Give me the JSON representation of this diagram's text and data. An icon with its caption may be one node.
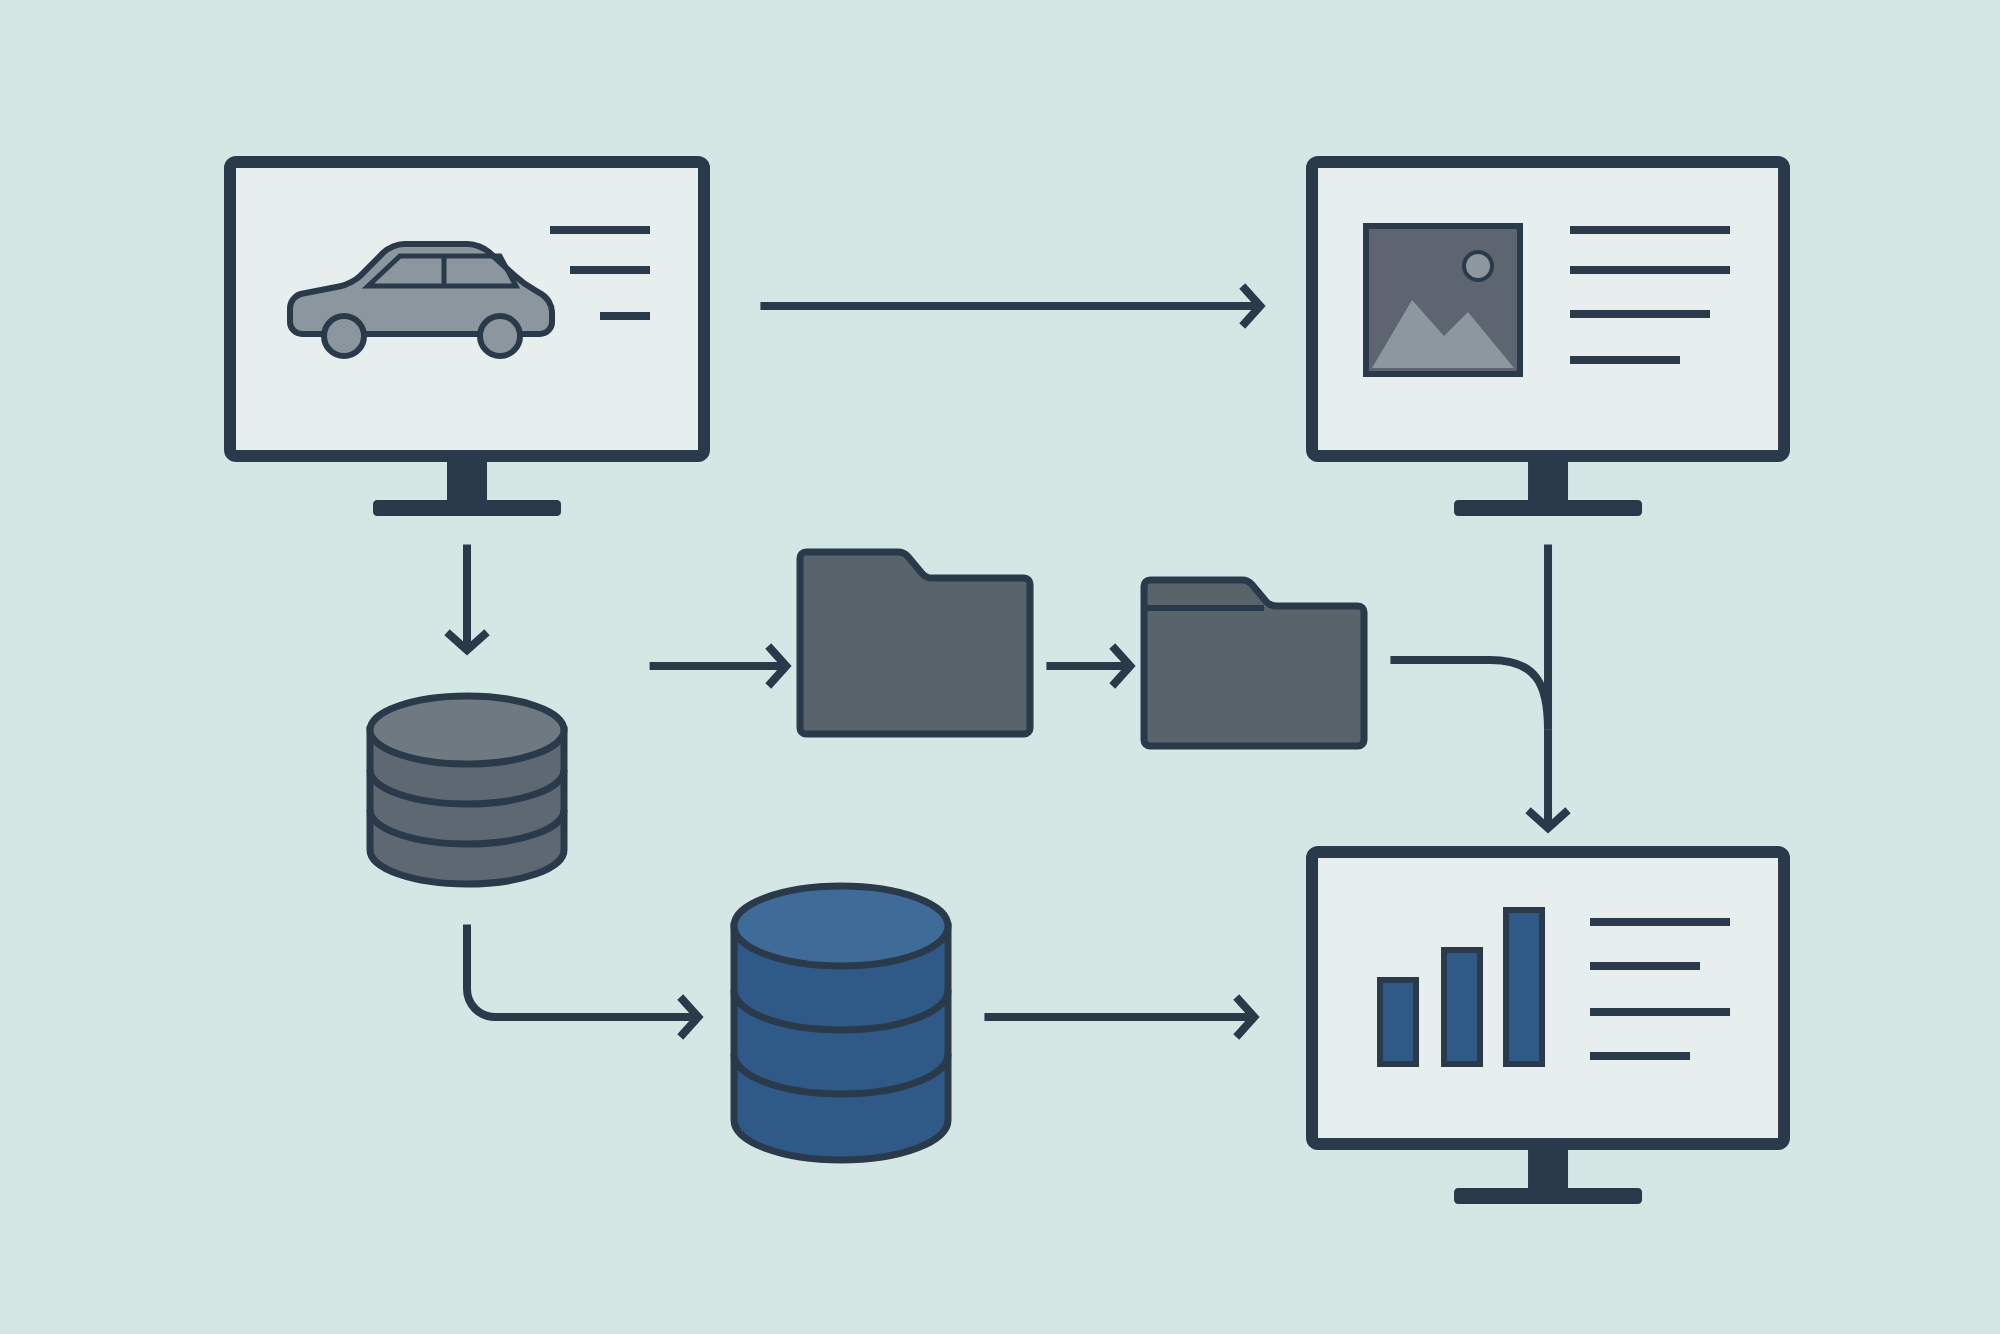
{
  "diagram": {
    "nodes": [
      {
        "text": [],
        "shape": "monitor"
      },
      {
        "text": [],
        "shape": "monitor"
      },
      {
        "text": [],
        "shape": "cylinder"
      },
      {
        "text": [],
        "shape": "folder"
      },
      {
        "text": [],
        "shape": "folder"
      },
      {
        "text": [],
        "shape": "cylinder"
      },
      {
        "text": [],
        "shape": "monitor"
      }
    ],
    "edges": [
      {
        "from": 0,
        "to": 1,
        "arrow": "to"
      },
      {
        "from": 0,
        "to": 2,
        "arrow": "to"
      },
      {
        "from": null,
        "to": 3,
        "arrow": "to"
      },
      {
        "from": 3,
        "to": 4,
        "arrow": "to"
      },
      {
        "from": 1,
        "to": 6,
        "arrow": "to"
      },
      {
        "from": 4,
        "to": 6,
        "arrow": "to"
      },
      {
        "from": 2,
        "to": 5,
        "arrow": "to"
      },
      {
        "from": 5,
        "to": 6,
        "arrow": "to"
      }
    ]
  }
}
